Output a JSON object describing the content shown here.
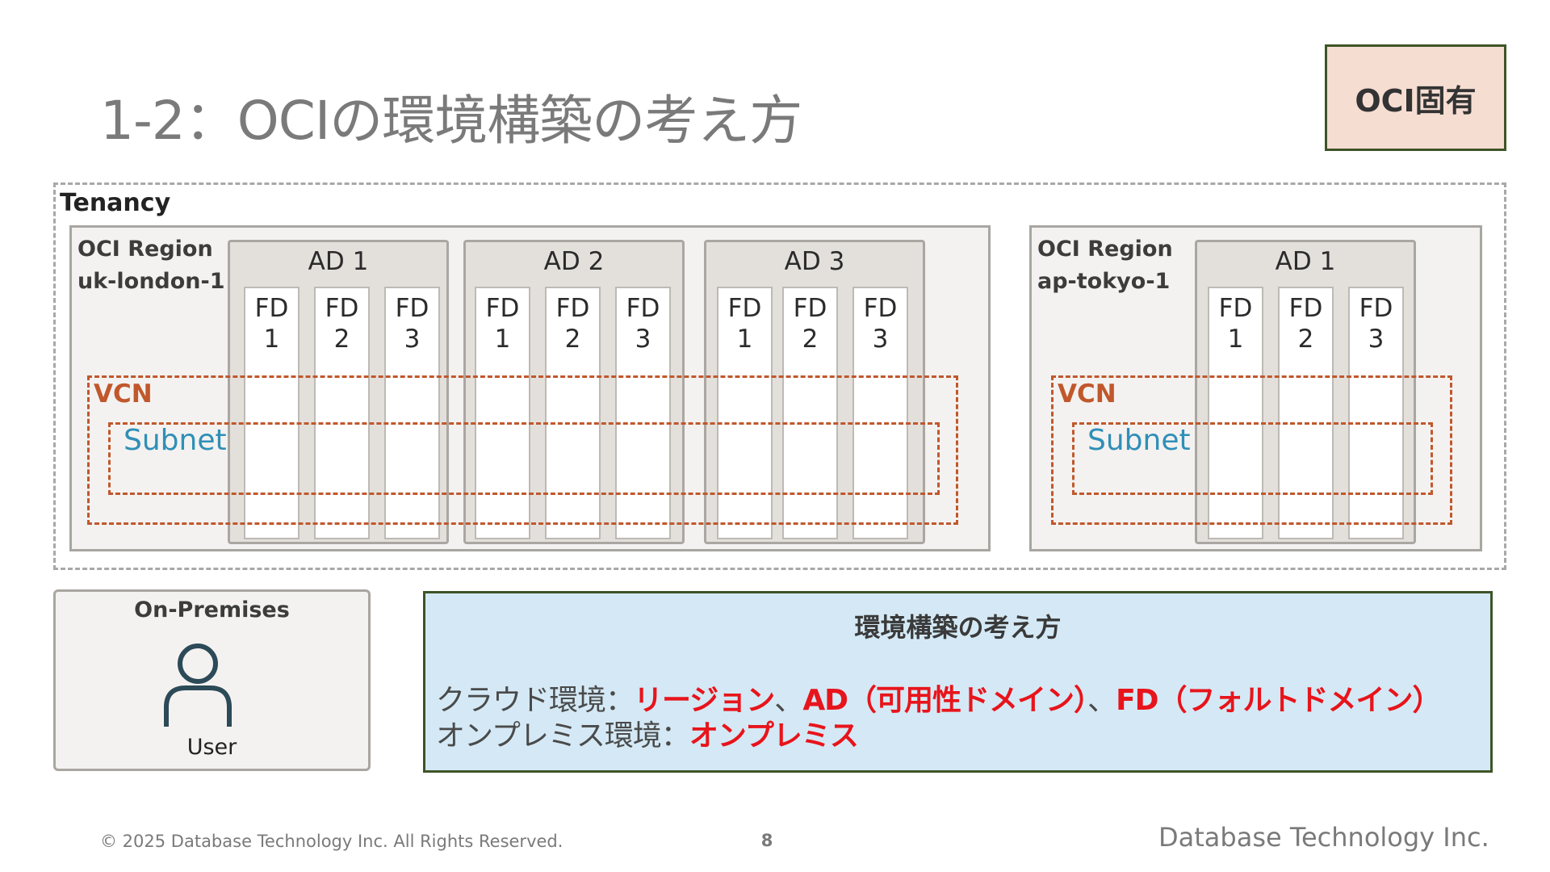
{
  "slide": {
    "title": "1-2：OCIの環境構築の考え方",
    "badge": "OCI固有"
  },
  "tenancy": {
    "label": "Tenancy",
    "regions": [
      {
        "label_line1": "OCI Region",
        "label_line2": "uk-london-1",
        "ads": [
          {
            "label": "AD 1",
            "fds": [
              [
                "FD",
                "1"
              ],
              [
                "FD",
                "2"
              ],
              [
                "FD",
                "3"
              ]
            ]
          },
          {
            "label": "AD 2",
            "fds": [
              [
                "FD",
                "1"
              ],
              [
                "FD",
                "2"
              ],
              [
                "FD",
                "3"
              ]
            ]
          },
          {
            "label": "AD 3",
            "fds": [
              [
                "FD",
                "1"
              ],
              [
                "FD",
                "2"
              ],
              [
                "FD",
                "3"
              ]
            ]
          }
        ],
        "vcn_label": "VCN",
        "subnet_label": "Subnet"
      },
      {
        "label_line1": "OCI Region",
        "label_line2": "ap-tokyo-1",
        "ads": [
          {
            "label": "AD 1",
            "fds": [
              [
                "FD",
                "1"
              ],
              [
                "FD",
                "2"
              ],
              [
                "FD",
                "3"
              ]
            ]
          }
        ],
        "vcn_label": "VCN",
        "subnet_label": "Subnet"
      }
    ]
  },
  "onprem": {
    "title": "On-Premises",
    "icon": "user-icon",
    "user_label": "User"
  },
  "concept": {
    "title": "環境構築の考え方",
    "line1_prefix": "クラウド環境：",
    "line1_h1": "リージョン",
    "line1_sep1": "、",
    "line1_h2": "AD（可用性ドメイン）",
    "line1_sep2": "、",
    "line1_h3": "FD（フォルトドメイン）",
    "line2_prefix": "オンプレミス環境：",
    "line2_h1": "オンプレミス"
  },
  "footer": {
    "copyright": "© 2025 Database Technology Inc. All Rights Reserved.",
    "page": "8",
    "brand": "Database Technology Inc."
  },
  "colors": {
    "accent_red": "#e8141b",
    "vcn_orange": "#c0582c",
    "subnet_blue": "#2f8fb8",
    "concept_bg": "#d4e9f5",
    "badge_bg": "#f5ddd2"
  }
}
